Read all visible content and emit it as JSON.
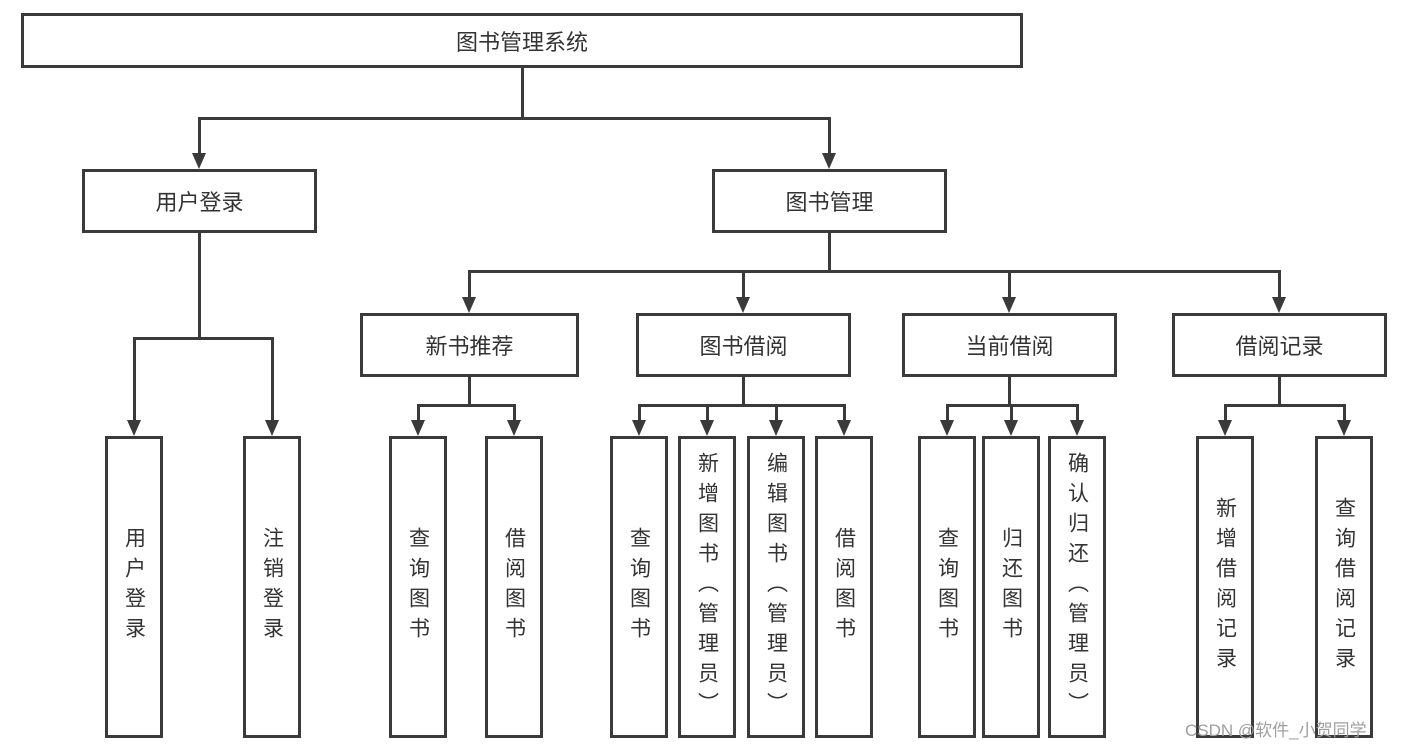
{
  "tree": {
    "label": "图书管理系统",
    "children": [
      {
        "label": "用户登录",
        "children": [
          {
            "label": "用户登录"
          },
          {
            "label": "注销登录"
          }
        ]
      },
      {
        "label": "图书管理",
        "children": [
          {
            "label": "新书推荐",
            "children": [
              {
                "label": "查询图书"
              },
              {
                "label": "借阅图书"
              }
            ]
          },
          {
            "label": "图书借阅",
            "children": [
              {
                "label": "查询图书"
              },
              {
                "label": "新增图书（管理员）"
              },
              {
                "label": "编辑图书（管理员）"
              },
              {
                "label": "借阅图书"
              }
            ]
          },
          {
            "label": "当前借阅",
            "children": [
              {
                "label": "查询图书"
              },
              {
                "label": "归还图书"
              },
              {
                "label": "确认归还（管理员）"
              }
            ]
          },
          {
            "label": "借阅记录",
            "children": [
              {
                "label": "新增借阅记录"
              },
              {
                "label": "查询借阅记录"
              }
            ]
          }
        ]
      }
    ]
  },
  "watermark": {
    "text": "CSDN @软件_小贺同学"
  },
  "colors": {
    "line": "#3a3a3a",
    "text": "#333333",
    "watermark": "#9f9f9f",
    "background": "#ffffff"
  }
}
